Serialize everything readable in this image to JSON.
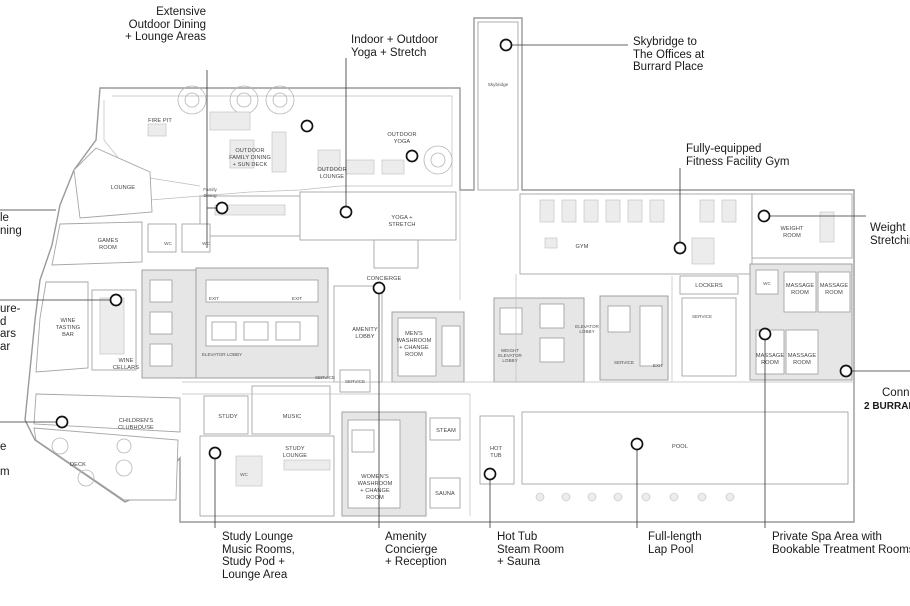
{
  "callouts": {
    "outdoor_dining": "Extensive\nOutdoor Dining\n+ Lounge Areas",
    "yoga": "Indoor + Outdoor\nYoga + Stretch",
    "skybridge": "Skybridge to\nThe Offices at\nBurrard Place",
    "fitness": "Fully-equipped\nFitness Facility Gym",
    "weight": "Weight\nStretchin",
    "family_dining_left": "le\nning",
    "wine_left": "ure-\nd\nars\nar",
    "clubhouse_left": "e\n\nm",
    "connect_line1": "Conn",
    "connect_line2": "2 BURRAR",
    "study": "Study Lounge\nMusic Rooms,\nStudy Pod +\nLounge Area",
    "amenity": "Amenity\nConcierge\n+ Reception",
    "hottub": "Hot Tub\nSteam Room\n+ Sauna",
    "lappool": "Full-length\nLap Pool",
    "spa": "Private Spa Area with\nBookable Treatment Rooms"
  },
  "room_labels": {
    "fire_pit": "FIRE PIT",
    "outdoor_family": "OUTDOOR",
    "outdoor_family2": "FAMILY DINING",
    "outdoor_family3": "+ SUN DECK",
    "outdoor_yoga": "OUTDOOR",
    "outdoor_yoga2": "YOGA",
    "outdoor_lounge": "OUTDOOR",
    "outdoor_lounge2": "LOUNGE",
    "skybridge": "Skybridge",
    "lounge": "LOUNGE",
    "family_dining": "Family",
    "family_dining2": "Dining",
    "games": "GAMES",
    "games2": "ROOM",
    "wc": "WC",
    "yoga_stretch": "YOGA +",
    "yoga_stretch2": "STRETCH",
    "gym": "GYM",
    "weight_room": "WEIGHT",
    "weight_room2": "ROOM",
    "concierge": "CONCIERGE",
    "amenity_lobby": "AMENITY",
    "amenity_lobby2": "LOBBY",
    "wine_tasting": "WINE",
    "wine_tasting2": "TASTING",
    "wine_tasting3": "BAR",
    "wine_cellars": "WINE",
    "wine_cellars2": "CELLARS",
    "elevator_lobby": "ELEVATOR LOBBY",
    "exit": "EXIT",
    "service": "SERVICE",
    "mens": "MEN'S",
    "mens2": "WASHROOM",
    "mens3": "+ CHANGE",
    "mens4": "ROOM",
    "weight_elev": "WEIGHT",
    "weight_elev2": "ELEVATOR",
    "weight_elev3": "LOBBY",
    "elev_lobby2": "ELEVATOR",
    "elev_lobby2b": "LOBBY",
    "lockers": "LOCKERS",
    "massage": "MASSAGE",
    "massage2": "ROOM",
    "childrens": "CHILDREN'S",
    "childrens2": "CLUBHOUSE",
    "deck": "DECK",
    "study": "STUDY",
    "music": "MUSIC",
    "study_lounge": "STUDY",
    "study_lounge2": "LOUNGE",
    "steam": "STEAM",
    "hot_tub": "HOT",
    "hot_tub2": "TUB",
    "sauna": "SAUNA",
    "womens": "WOMEN'S",
    "womens2": "WASHROOM",
    "womens3": "+ CHANGE",
    "womens4": "ROOM",
    "pool": "POOL"
  }
}
